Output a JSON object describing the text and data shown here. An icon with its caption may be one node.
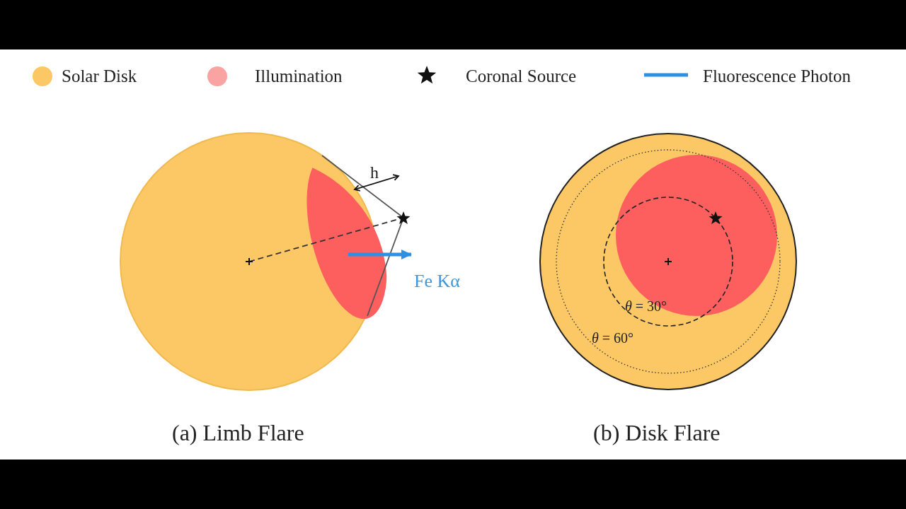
{
  "diagram": {
    "labels": [
      "h",
      "Fe Kα",
      "(a) Limb Flare",
      "*θ* = 30°",
      "*θ* = 60°",
      "(b) Disk Flare"
    ],
    "legend": [
      {
        "text": "Solar Disk",
        "color": "#fcc866"
      },
      {
        "text": "Illumination",
        "color": "#f9a3a3"
      },
      {
        "text": "Coronal Source"
      },
      {
        "text": "Fluorescence Photon"
      }
    ]
  }
}
